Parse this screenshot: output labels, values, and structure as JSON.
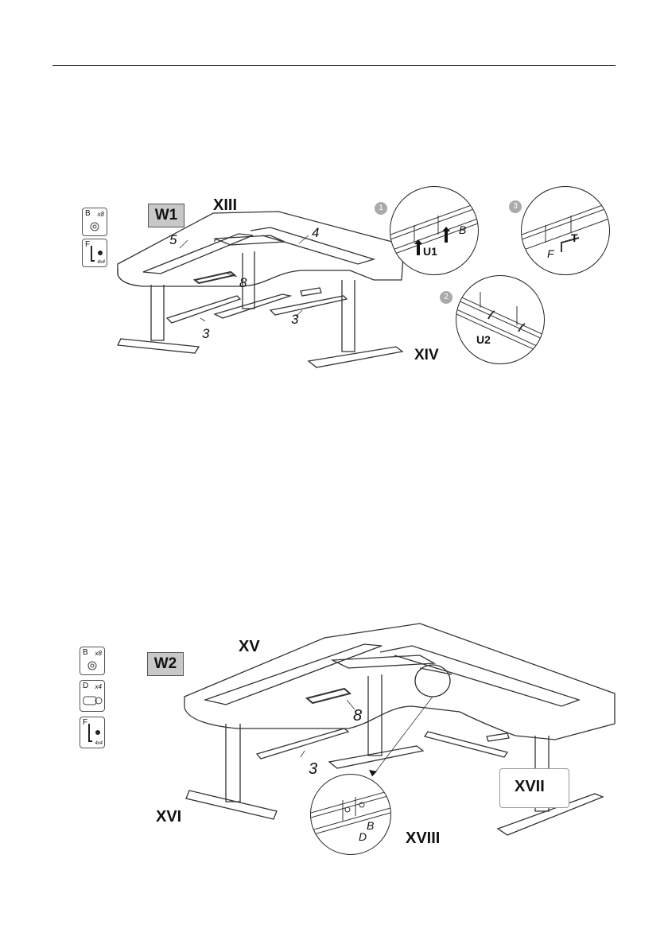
{
  "figure1": {
    "badge": "W1",
    "step": "XIII",
    "detail_step": "XIV",
    "hardware": [
      {
        "letter": "B",
        "count": "x8"
      },
      {
        "letter": "F",
        "size": "4x4"
      }
    ],
    "callouts": [
      "5",
      "4",
      "8",
      "3",
      "3"
    ],
    "details": [
      {
        "number": "1",
        "labels": [
          "U1",
          "B"
        ]
      },
      {
        "number": "2",
        "labels": [
          "U2"
        ]
      },
      {
        "number": "3",
        "labels": [
          "T",
          "F"
        ]
      }
    ]
  },
  "figure2": {
    "badge": "W2",
    "steps": [
      "XV",
      "XVI",
      "XVII",
      "XVIII"
    ],
    "hardware": [
      {
        "letter": "B",
        "count": "x8"
      },
      {
        "letter": "D",
        "count": "x4"
      },
      {
        "letter": "F",
        "size": "4x4"
      }
    ],
    "callouts": [
      "8",
      "3"
    ],
    "detail_labels": [
      "B",
      "D"
    ]
  }
}
